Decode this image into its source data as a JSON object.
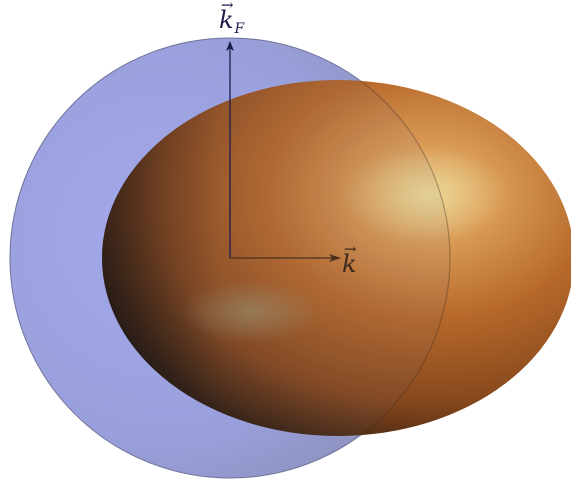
{
  "figure": {
    "labels": {
      "fermi_vector": {
        "base": "k",
        "subscript": "F",
        "accent": "→"
      },
      "wave_vector": {
        "base": "k",
        "subscript": "",
        "accent": "→"
      }
    },
    "colors": {
      "fermi_sphere": "#8f94d4",
      "fermi_sphere_edge": "#6e7299",
      "ellipsoid_light": "#e8c083",
      "ellipsoid_mid": "#b0662a",
      "ellipsoid_dark": "#2e1c0e",
      "vector_line": "#1c1c4a"
    }
  }
}
